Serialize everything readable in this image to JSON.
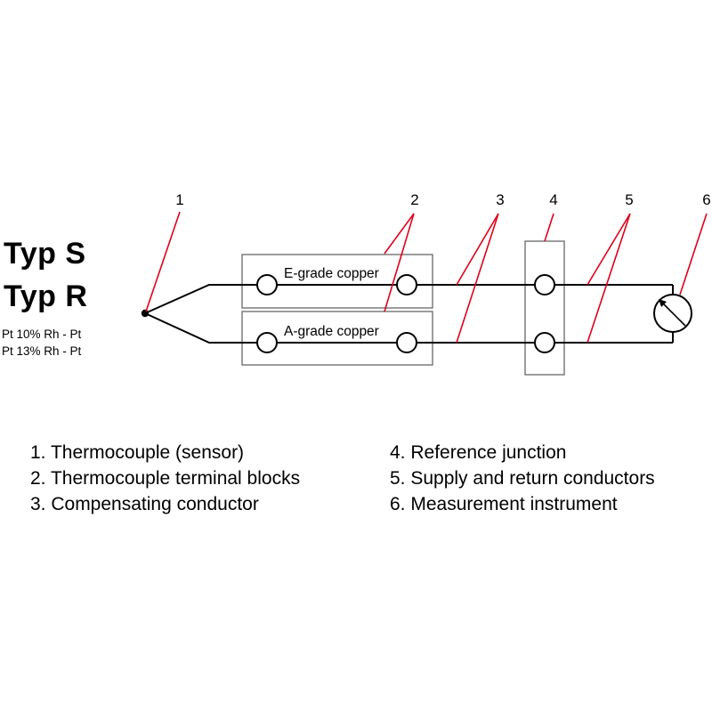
{
  "types": {
    "type_s": "Typ S",
    "type_r": "Typ R",
    "composition_s": "Pt 10% Rh - Pt",
    "composition_r": "Pt 13% Rh - Pt"
  },
  "callouts": [
    "1",
    "2",
    "3",
    "4",
    "5",
    "6"
  ],
  "blocks": {
    "upper_label": "E-grade copper",
    "lower_label": "A-grade copper"
  },
  "legend": {
    "left": [
      "1. Thermocouple (sensor)",
      "2. Thermocouple terminal blocks",
      "3. Compensating conductor"
    ],
    "right": [
      "4. Reference junction",
      "5. Supply and return conductors",
      "6. Measurement instrument"
    ]
  },
  "colors": {
    "wire": "#000000",
    "leader": "#e0001b",
    "box": "#666666"
  }
}
